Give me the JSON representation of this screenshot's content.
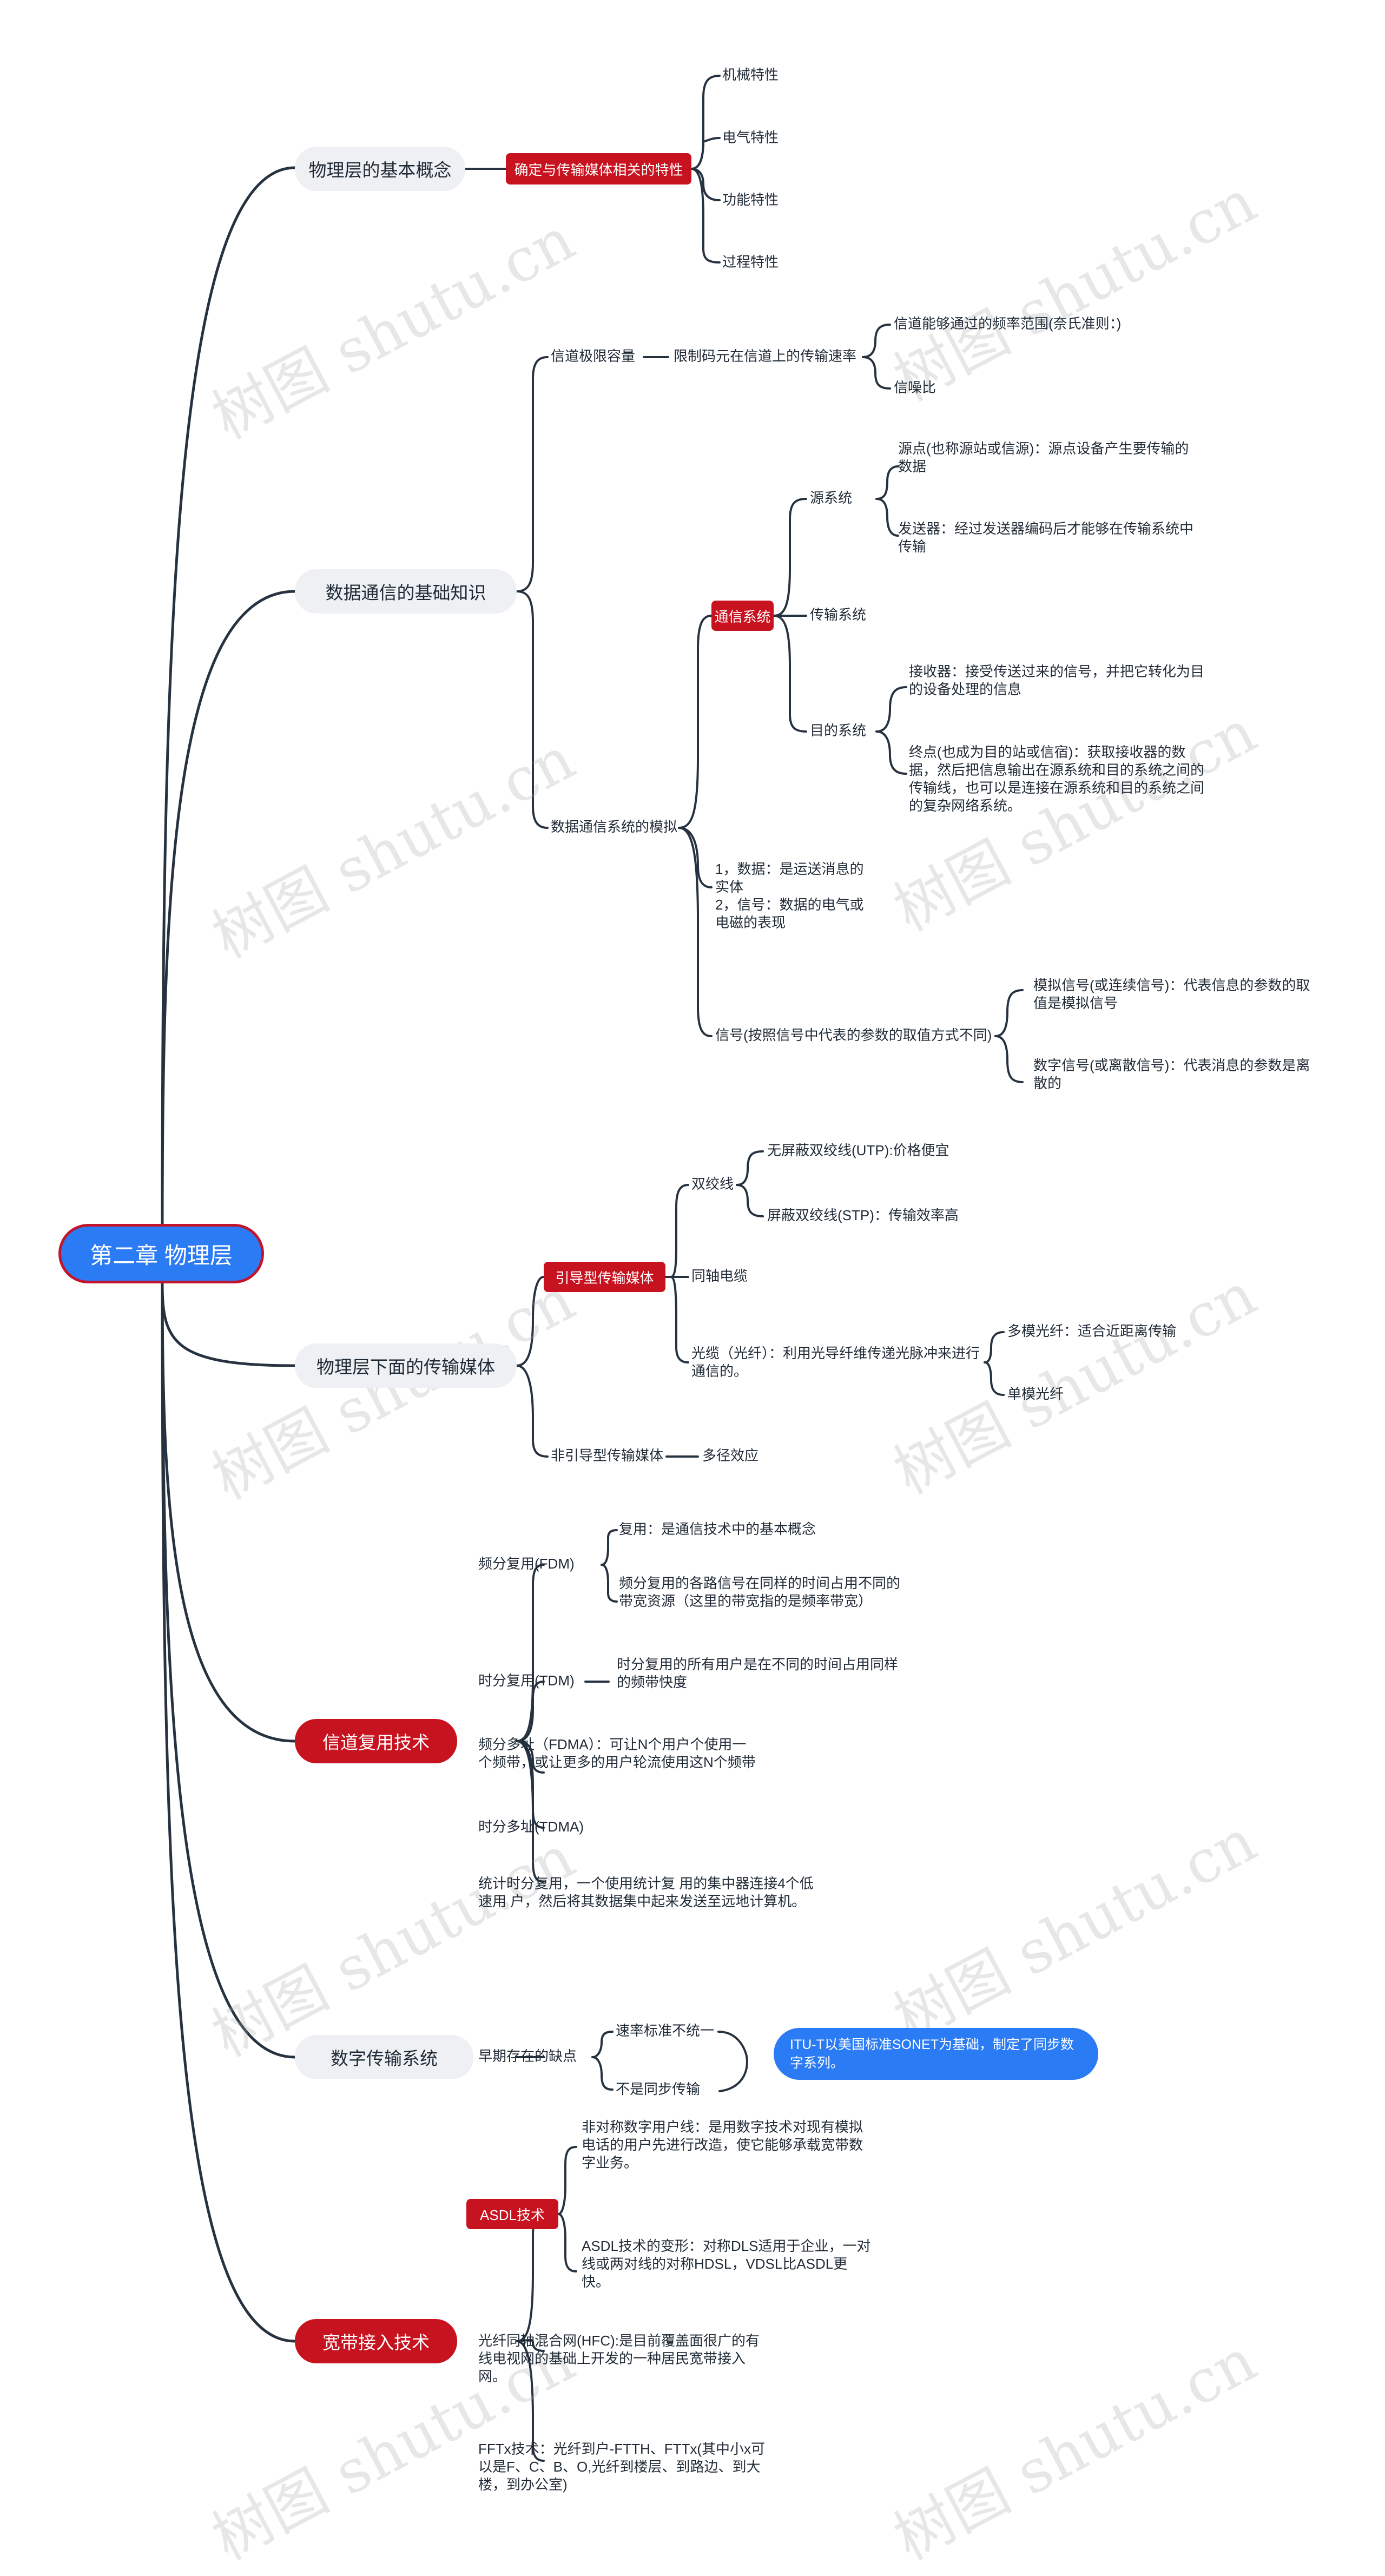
{
  "root": "第二章 物理层",
  "watermark": "树图 shutu.cn",
  "branches": {
    "b1": {
      "label": "物理层的基本概念",
      "tag": "确定与传输媒体相关的特性",
      "items": [
        "机械特性",
        "电气特性",
        "功能特性",
        "过程特性"
      ]
    },
    "b2": {
      "label": "数据通信的基础知识",
      "channel_limit": "信道极限容量",
      "rate_limit": "限制码元在信道上的传输速率",
      "bandwidth": "信道能够通过的频率范围(奈氏准则：)",
      "snr": "信噪比",
      "model": "数据通信系统的模拟",
      "comm_system": "通信系统",
      "source_system": "源系统",
      "source_point": "源点(也称源站或信源)：源点设备产生要传输的数据",
      "transmitter": "发送器：经过发送器编码后才能够在传输系统中传输",
      "transmission_system": "传输系统",
      "dest_system": "目的系统",
      "receiver": "接收器：接受传送过来的信号，并把它转化为目的设备处理的信息",
      "sink": "终点(也成为目的站或信宿)：获取接收器的数据，然后把信息输出在源系统和目的系统之间的传输线，也可以是连接在源系统和目的系统之间的复杂网络系统。",
      "data_signal": "1，数据：是运送消息的实体\n2，信号：数据的电气或电磁的表现",
      "signal_type": "信号(按照信号中代表的参数的取值方式不同)",
      "analog": "模拟信号(或连续信号)：代表信息的参数的取值是模拟信号",
      "digital": "数字信号(或离散信号)：代表消息的参数是离散的"
    },
    "b3": {
      "label": "物理层下面的传输媒体",
      "guided": "引导型传输媒体",
      "twisted": "双绞线",
      "utp": "无屏蔽双绞线(UTP):价格便宜",
      "stp": "屏蔽双绞线(STP)：传输效率高",
      "coax": "同轴电缆",
      "fiber": "光缆（光纤）：利用光导纤维传递光脉冲来进行通信的。",
      "multimode": "多模光纤：适合近距离传输",
      "singlemode": "单模光纤",
      "unguided": "非引导型传输媒体",
      "multipath": "多径效应"
    },
    "b4": {
      "label": "信道复用技术",
      "fdm": "频分复用(FDM)",
      "mux_def": "复用：是通信技术中的基本概念",
      "fdm_desc": "频分复用的各路信号在同样的时间占用不同的带宽资源（这里的带宽指的是频率带宽）",
      "tdm": "时分复用(TDM)",
      "tdm_desc": "时分复用的所有用户是在不同的时间占用同样的频带快度",
      "fdma": "频分多址（FDMA）：可让N个用户个使用一个频带，或让更多的用户轮流使用这N个频带",
      "tdma": "时分多址(TDMA)",
      "stat_tdm": "统计时分复用，一个使用统计复 用的集中器连接4个低速用 户，然后将其数据集中起来发送至远地计算机。"
    },
    "b5": {
      "label": "数字传输系统",
      "early": "早期存在的缺点",
      "rate_std": "速率标准不统一",
      "not_sync": "不是同步传输",
      "itu": "ITU-T以美国标准SONET为基础，制定了同步数字系列。"
    },
    "b6": {
      "label": "宽带接入技术",
      "adsl": "ASDL技术",
      "adsl_def": "非对称数字用户线：是用数字技术对现有模拟电话的用户先进行改造，使它能够承载宽带数字业务。",
      "adsl_var": "ASDL技术的变形：对称DLS适用于企业，一对线或两对线的对称HDSL，VDSL比ASDL更快。",
      "hfc": "光纤同轴混合网(HFC):是目前覆盖面很广的有线电视网的基础上开发的一种居民宽带接入网。",
      "fttx": "FFTx技术：光纤到户-FTTH、FTTx(其中小x可以是F、C、B、O,光纤到楼层、到路边、到大楼，到办公室)"
    }
  }
}
